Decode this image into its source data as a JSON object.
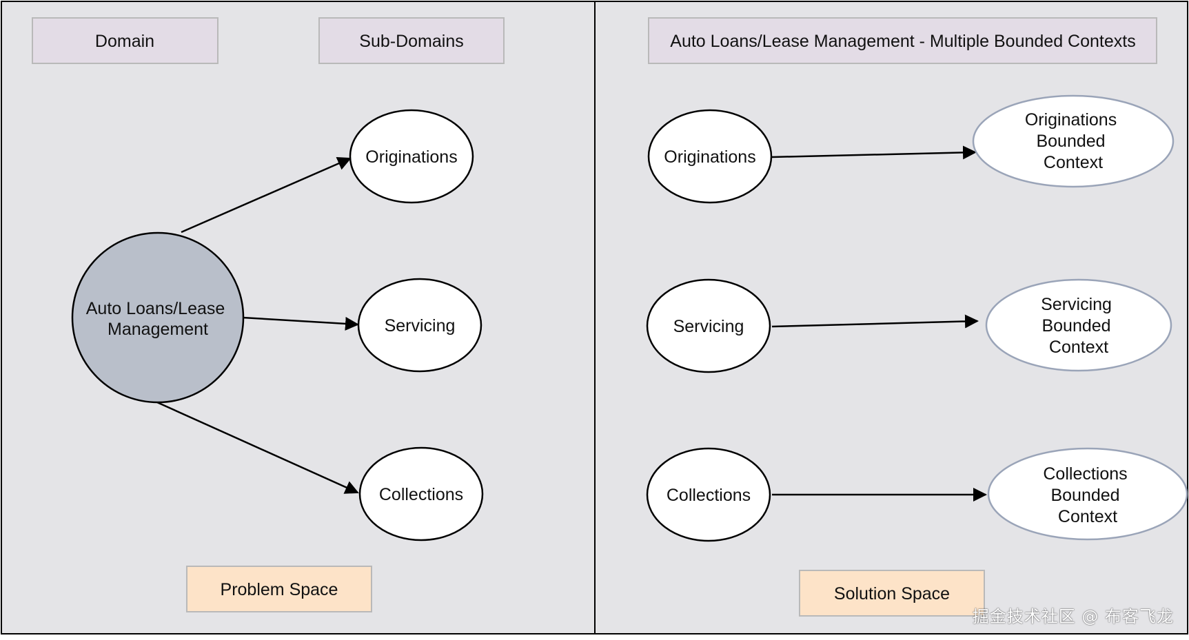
{
  "left_panel": {
    "domain_label": "Domain",
    "subdomains_label": "Sub-Domains",
    "domain_node": {
      "line1": "Auto Loans/Lease",
      "line2": "Management"
    },
    "subdomains": [
      "Originations",
      "Servicing",
      "Collections"
    ],
    "footer_label": "Problem Space"
  },
  "right_panel": {
    "header_label": "Auto Loans/Lease Management - Multiple Bounded Contexts",
    "subdomains": [
      "Originations",
      "Servicing",
      "Collections"
    ],
    "bounded_contexts": [
      {
        "line1": "Originations",
        "line2": "Bounded",
        "line3": "Context"
      },
      {
        "line1": "Servicing",
        "line2": "Bounded",
        "line3": "Context"
      },
      {
        "line1": "Collections",
        "line2": "Bounded",
        "line3": "Context"
      }
    ],
    "footer_label": "Solution Space"
  },
  "watermark": "掘金技术社区 @ 布客飞龙",
  "colors": {
    "panel_bg": "#e4e4e7",
    "header_box": "#e3dce6",
    "footer_box": "#fde3c8",
    "domain_node": "#b9bfca",
    "context_outline": "#9aa4b8"
  }
}
